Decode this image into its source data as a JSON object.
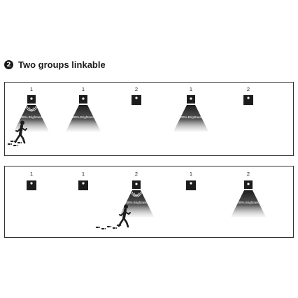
{
  "heading": {
    "step_number": "2",
    "title": "Two groups linkable"
  },
  "panels": [
    {
      "lights": [
        {
          "group": "1",
          "on": true
        },
        {
          "group": "1",
          "on": true
        },
        {
          "group": "2",
          "on": false
        },
        {
          "group": "1",
          "on": true
        },
        {
          "group": "2",
          "on": false
        }
      ],
      "sensor_light_index": 0,
      "brightness_label": "100% Brightness"
    },
    {
      "lights": [
        {
          "group": "1",
          "on": false
        },
        {
          "group": "1",
          "on": false
        },
        {
          "group": "2",
          "on": true
        },
        {
          "group": "1",
          "on": false
        },
        {
          "group": "2",
          "on": true
        }
      ],
      "sensor_light_index": 2,
      "brightness_label": "100% Brightness"
    }
  ]
}
